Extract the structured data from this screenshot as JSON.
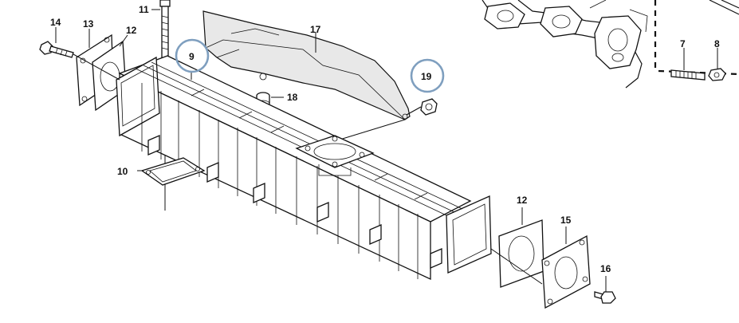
{
  "colors": {
    "line": "#111111",
    "highlight": "#7f9fbf",
    "heatshield": "#e8e8e8",
    "background": "#ffffff"
  },
  "labels": {
    "p7": "7",
    "p8": "8",
    "p9": "9",
    "p10": "10",
    "p11": "11",
    "p12a": "12",
    "p12b": "12",
    "p13": "13",
    "p14": "14",
    "p15": "15",
    "p16": "16",
    "p17": "17",
    "p18": "18",
    "p19": "19"
  },
  "highlighted_parts": [
    "9",
    "19"
  ]
}
